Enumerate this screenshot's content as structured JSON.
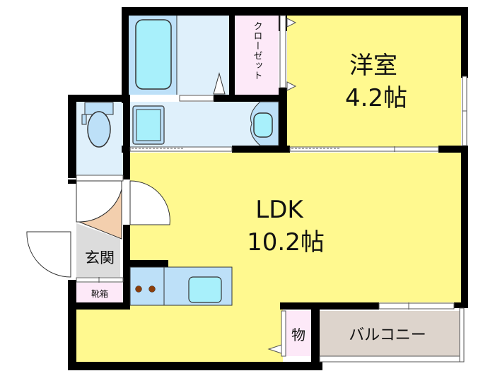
{
  "rooms": {
    "western_room": {
      "name": "洋室",
      "size": "4.2帖"
    },
    "ldk": {
      "name": "LDK",
      "size": "10.2帖"
    },
    "entrance": {
      "name": "玄関"
    },
    "shoe_box": {
      "name": "靴箱"
    },
    "closet": {
      "name": "クローゼット"
    },
    "storage": {
      "name": "物"
    },
    "balcony": {
      "name": "バルコニー"
    }
  },
  "colors": {
    "wall": "#000000",
    "room_yellow": "#fff98f",
    "wet_area": "#dff0fb",
    "fixture_blue": "#a8f0fb",
    "counter_blue": "#bde0f8",
    "closet_pink": "#fde9f8",
    "entrance_gray": "#dcdcdc",
    "door_swing": "#f3cfae",
    "balcony": "#ddd4cc",
    "stove_burner": "#8b3e0b"
  }
}
